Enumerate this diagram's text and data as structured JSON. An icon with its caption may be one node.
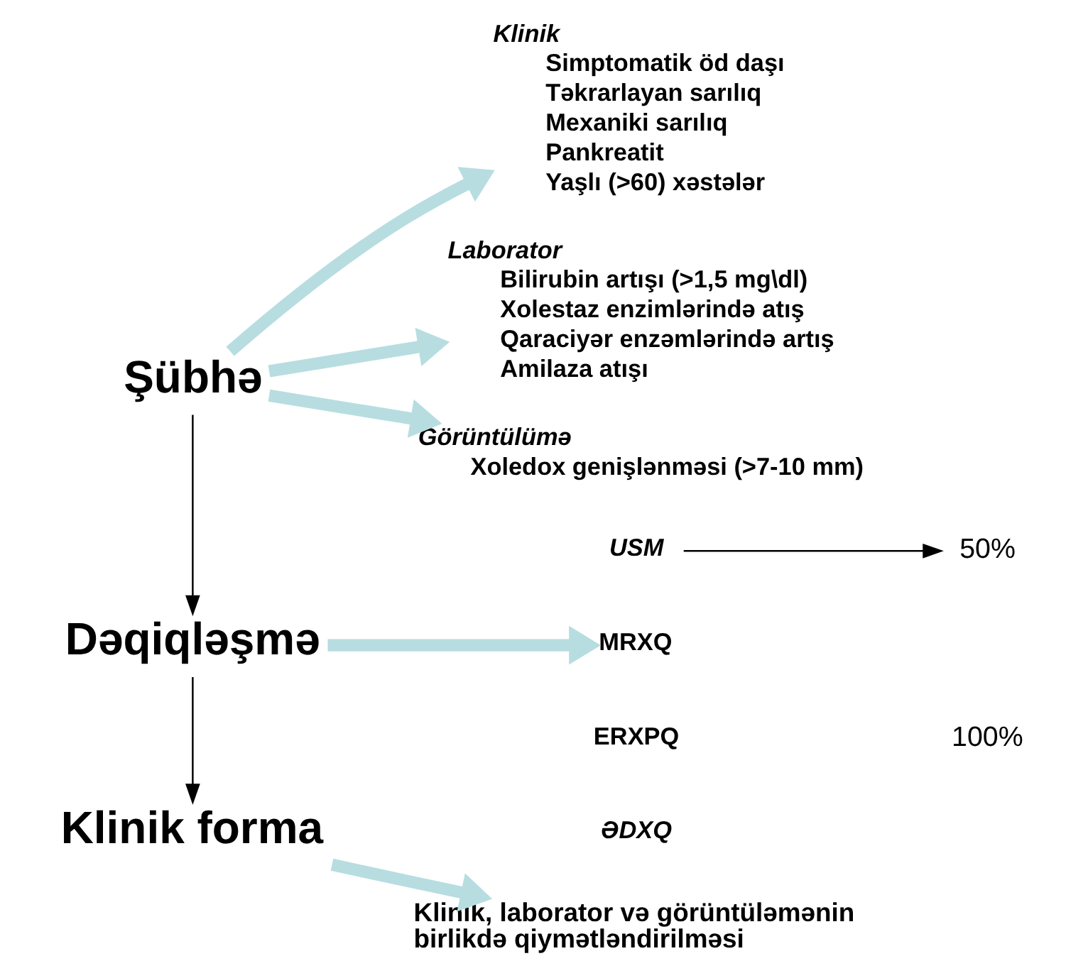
{
  "diagram": {
    "nodes": [
      {
        "text": [
          "Şübhə"
        ]
      },
      {
        "text": [
          "Klinik",
          "Simptomatik öd daşı",
          "Təkrarlayan sarılıq",
          "Mexaniki sarılıq",
          "Pankreatit",
          "Yaşlı (>60) xəstələr"
        ]
      },
      {
        "text": [
          "Laborator",
          "Bilirubin artışı (>1,5 mg\\dl)",
          "Xolestaz enzimlərində atış",
          "Qaraciyər enzəmlərində artış",
          "Amilaza atışı"
        ]
      },
      {
        "text": [
          "Görüntülümə",
          "Xoledox genişlənməsi (>7-10 mm)"
        ]
      },
      {
        "text": [
          "Dəqiqləşmə"
        ]
      },
      {
        "text": [
          "USM"
        ]
      },
      {
        "text": [
          "50%"
        ]
      },
      {
        "text": [
          "MRXQ"
        ]
      },
      {
        "text": [
          "ERXPQ"
        ]
      },
      {
        "text": [
          "ƏDXQ"
        ]
      },
      {
        "text": [
          "Klinik forma"
        ]
      },
      {
        "text": [
          "Klinik, laborator və görüntüləmənin birlikdə qiymətləndirilməsi"
        ]
      }
    ],
    "edges": [
      {
        "from": 0,
        "to": 1,
        "arrow": "to"
      },
      {
        "from": 0,
        "to": 2,
        "arrow": "to"
      },
      {
        "from": 0,
        "to": 3,
        "arrow": "to"
      },
      {
        "from": 0,
        "to": 4,
        "arrow": "to",
        "color": "#000000"
      },
      {
        "from": 4,
        "to": 7,
        "arrow": "to"
      },
      {
        "from": 5,
        "to": 6,
        "arrow": "to",
        "color": "#000000"
      },
      {
        "from": 4,
        "to": 10,
        "arrow": "to",
        "color": "#000000"
      },
      {
        "from": 10,
        "to": 11,
        "arrow": "to"
      }
    ],
    "labels": [
      "100%"
    ]
  }
}
